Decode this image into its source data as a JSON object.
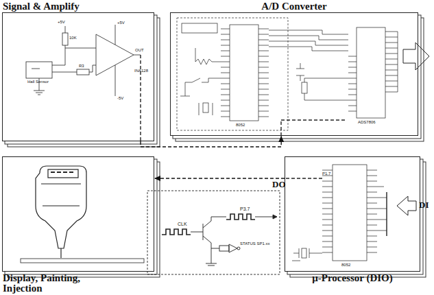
{
  "diagram": {
    "nodes": [
      {
        "text": [
          "Signal & Amplify"
        ]
      },
      {
        "text": [
          "A/D Converter"
        ]
      },
      {
        "text": [
          "Display, Painting, Injection"
        ]
      },
      {
        "text": [
          "μ-Processor (DIO)"
        ]
      }
    ],
    "edges": [
      {
        "from": 0,
        "to": 1,
        "arrow": "to"
      },
      {
        "from": 3,
        "to": 2,
        "label": "DO",
        "arrow": "to"
      }
    ],
    "labels": [
      "+5V",
      "10K",
      "Hall Sensor",
      "R3",
      "+5V",
      "OUT",
      "-5V",
      "INA128",
      "8052",
      "ADS7806",
      "CLK",
      "P3.7",
      "STATUS SP1.xx",
      "P1.7",
      "8052",
      "DI"
    ]
  }
}
